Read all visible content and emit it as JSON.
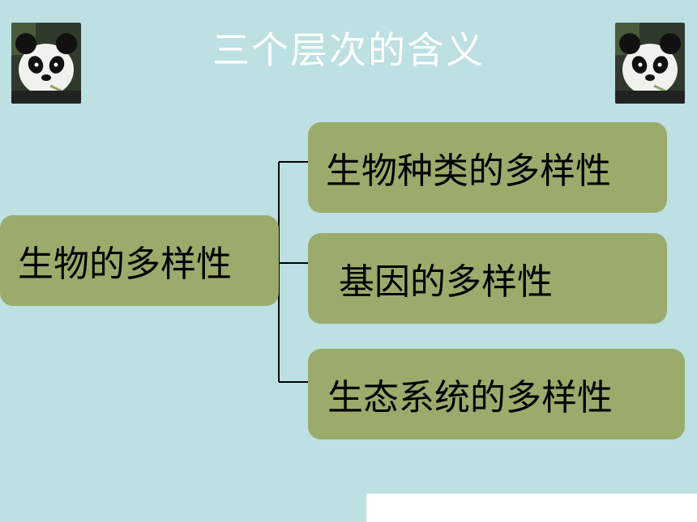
{
  "title": "三个层次的含义",
  "diagram": {
    "root": "生物的多样性",
    "children": [
      "生物种类的多样性",
      "基因的多样性",
      "生态系统的多样性"
    ]
  },
  "colors": {
    "background": "#bde0e2",
    "box": "#9aab6c",
    "title": "#ffffff"
  },
  "icons": [
    "panda-photo-left",
    "panda-photo-right"
  ]
}
